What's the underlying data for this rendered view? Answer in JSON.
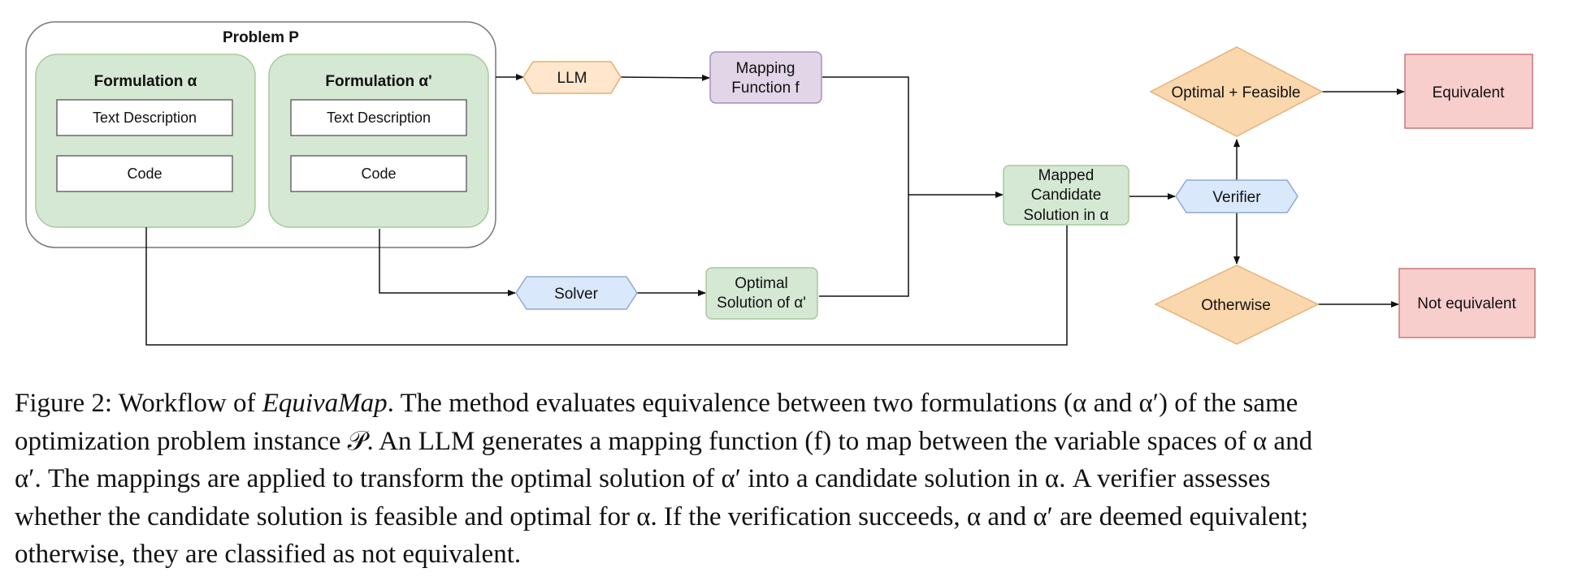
{
  "diagram": {
    "problem_title": "Problem P",
    "formulation_a": {
      "title": "Formulation α",
      "text_box": "Text Description",
      "code_box": "Code"
    },
    "formulation_b": {
      "title": "Formulation α'",
      "text_box": "Text Description",
      "code_box": "Code"
    },
    "llm": "LLM",
    "mapping_function": [
      "Mapping",
      "Function f"
    ],
    "solver": "Solver",
    "optimal_solution": [
      "Optimal",
      "Solution of α'"
    ],
    "mapped_candidate": [
      "Mapped",
      "Candidate",
      "Solution in α"
    ],
    "verifier": "Verifier",
    "optimal_feasible": "Optimal + Feasible",
    "otherwise": "Otherwise",
    "equivalent": "Equivalent",
    "not_equivalent": "Not equivalent"
  },
  "caption": {
    "figure_label": "Figure 2: Workflow of ",
    "method_name": "EquivaMap",
    "line1_rest": ". The method evaluates equivalence between two formulations (α and α′) of the same",
    "line2": "optimization problem instance 𝒫. An LLM generates a mapping function (f) to map between the variable spaces of α and",
    "line3": "α′. The mappings are applied to transform the optimal solution of α′ into a candidate solution in α. A verifier assesses",
    "line4": "whether the candidate solution is feasible and optimal for α. If the verification succeeds, α and α′ are deemed equivalent;",
    "line5": "otherwise, they are classified as not equivalent."
  },
  "colors": {
    "green_fill": "#d5e8d4",
    "green_stroke": "#a7c99a",
    "orange_fill": "#ffe6cc",
    "orange_stroke": "#e0b070",
    "diamond_fill": "#fad7ac",
    "purple_fill": "#e1d5e7",
    "purple_stroke": "#a78fbf",
    "blue_fill": "#dae8fc",
    "blue_stroke": "#8fa9d3",
    "red_fill": "#f8cecc",
    "red_stroke": "#c47a78"
  }
}
